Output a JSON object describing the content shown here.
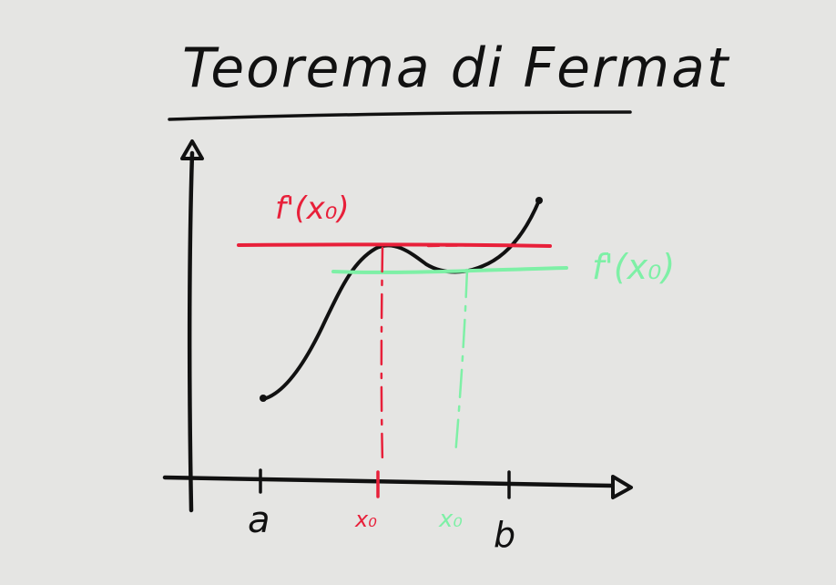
{
  "title": "Teorema di Fermat",
  "colors": {
    "ink": "#111111",
    "red": "#e8203a",
    "green": "#7ef0a6",
    "background": "#e5e5e3"
  },
  "labels": {
    "red_tangent": "f'(x₀)",
    "green_tangent": "f'(x₀)",
    "tick_a": "a",
    "tick_b": "b",
    "tick_red_x0": "x₀",
    "tick_green_x0": "x₀"
  },
  "icons": {
    "y_axis_arrow": "arrow-up-icon",
    "x_axis_arrow": "arrow-right-icon"
  }
}
